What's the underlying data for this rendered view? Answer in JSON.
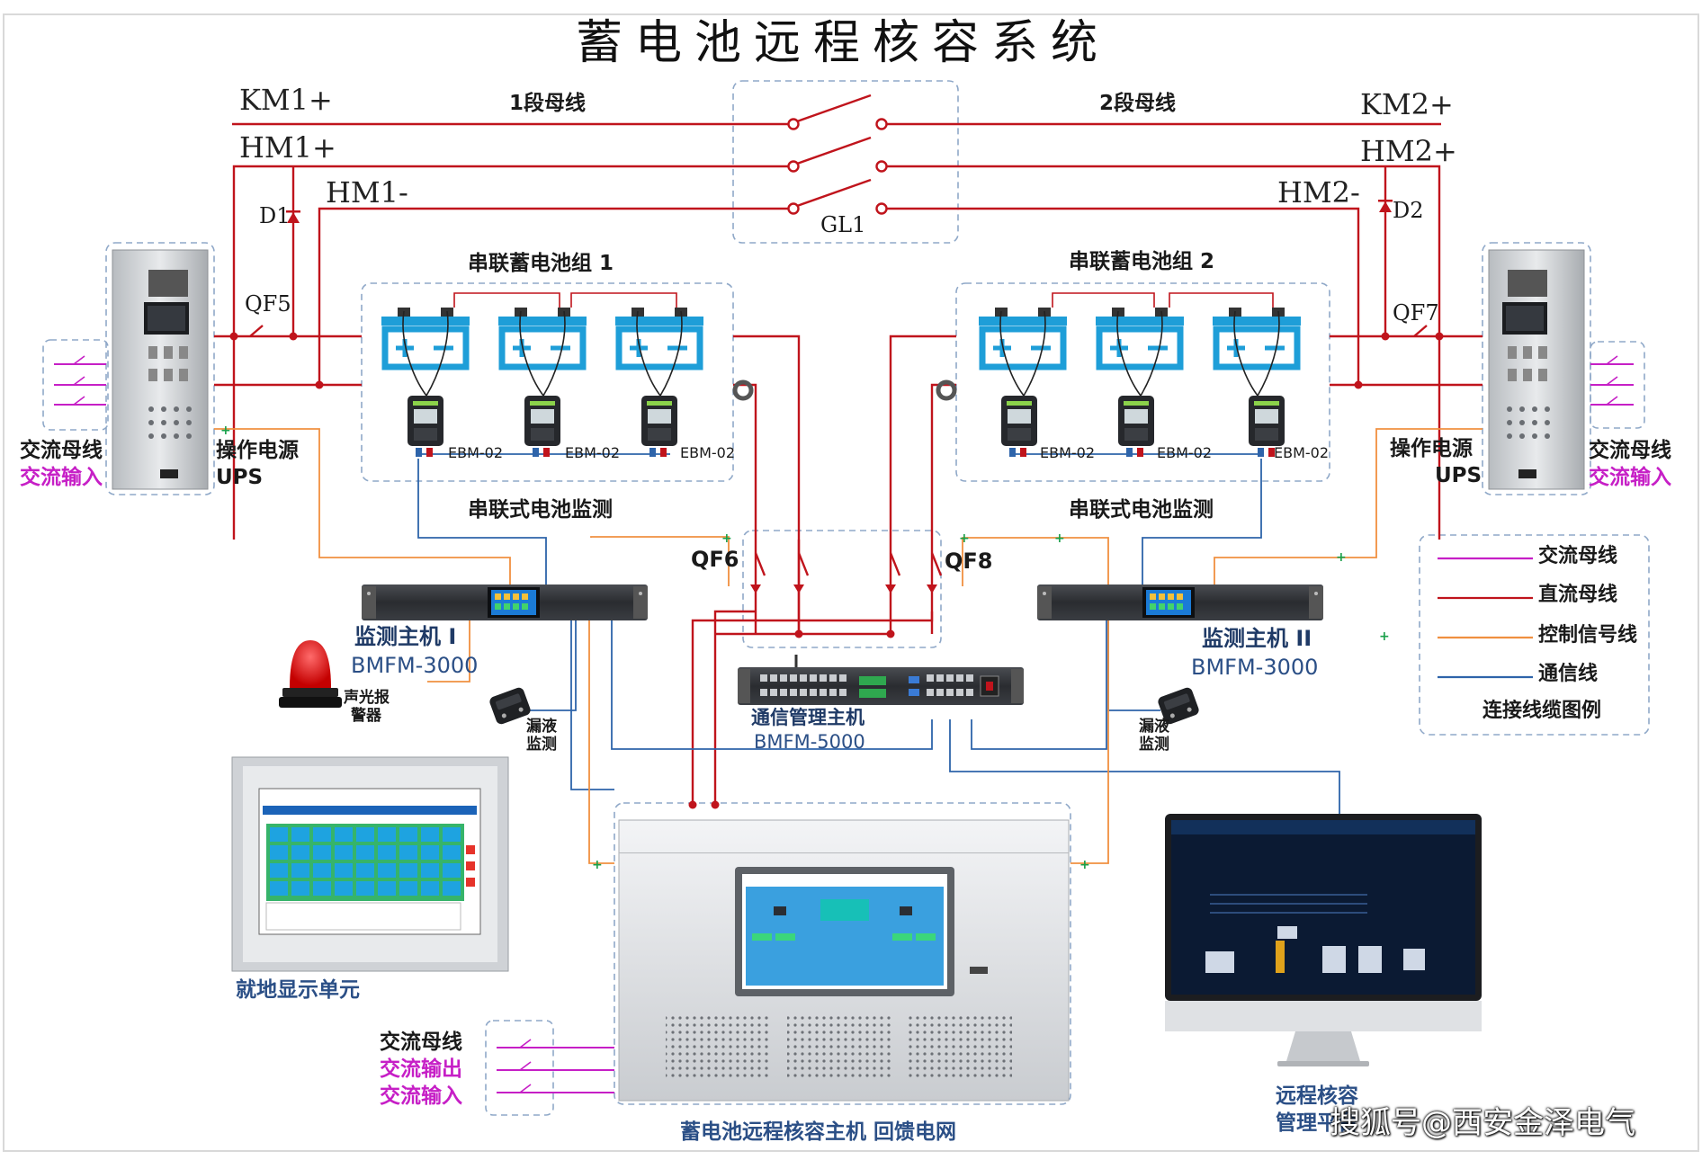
{
  "title": "蓄电池远程核容系统",
  "buses": {
    "km1p": "KM1+",
    "hm1p": "HM1+",
    "hm1m": "HM1-",
    "km2p": "KM2+",
    "hm2p": "HM2+",
    "hm2m": "HM2-",
    "seg1": "1段母线",
    "seg2": "2段母线",
    "gl1": "GL1"
  },
  "components": {
    "d1": "D1",
    "d2": "D2",
    "qf5": "QF5",
    "qf7": "QF7",
    "qf6": "QF6",
    "qf8": "QF8",
    "ebm": "EBM-02"
  },
  "groups": {
    "bank1": "串联蓄电池组 1",
    "bank2": "串联蓄电池组 2",
    "mon1": "串联式电池监测",
    "mon2": "串联式电池监测"
  },
  "left_panel": {
    "bus": "交流母线",
    "input": "交流输入",
    "op": "操作电源",
    "ups": "UPS"
  },
  "right_panel": {
    "bus": "交流母线",
    "input": "交流输入",
    "op": "操作电源",
    "ups": "UPS"
  },
  "host1": {
    "name": "监测主机 I",
    "model": "BMFM-3000"
  },
  "host2": {
    "name": "监测主机 II",
    "model": "BMFM-3000"
  },
  "comm": {
    "name": "通信管理主机",
    "model": "BMFM-5000"
  },
  "alarm": {
    "line1": "声光报",
    "line2": "警器"
  },
  "leak1": {
    "line1": "漏液",
    "line2": "监测"
  },
  "leak2": {
    "line1": "漏液",
    "line2": "监测"
  },
  "local_display": "就地显示单元",
  "main_host": "蓄电池远程核容主机  回馈电网",
  "remote": {
    "line1": "远程核容",
    "line2": "管理平台"
  },
  "bottom_ac": {
    "bus": "交流母线",
    "output": "交流输出",
    "input": "交流输入"
  },
  "legend": {
    "items": [
      {
        "label": "交流母线",
        "color": "#c61fc6"
      },
      {
        "label": "直流母线",
        "color": "#c0141c"
      },
      {
        "label": "控制信号线",
        "color": "#f09040"
      },
      {
        "label": "通信线",
        "color": "#2e64aa"
      }
    ],
    "title": "连接线缆图例"
  },
  "watermark": "搜狐号@西安金泽电气",
  "colors": {
    "ac": "#c61fc6",
    "dc": "#c0141c",
    "ctrl": "#f09040",
    "comm": "#2e64aa",
    "battery": "#1e9ed8",
    "label_blue": "#2b4f86"
  },
  "icons": [
    "battery-icon",
    "cabinet-icon",
    "alarm-light-icon",
    "leak-sensor-icon",
    "monitor-icon",
    "apple-logo-icon"
  ]
}
